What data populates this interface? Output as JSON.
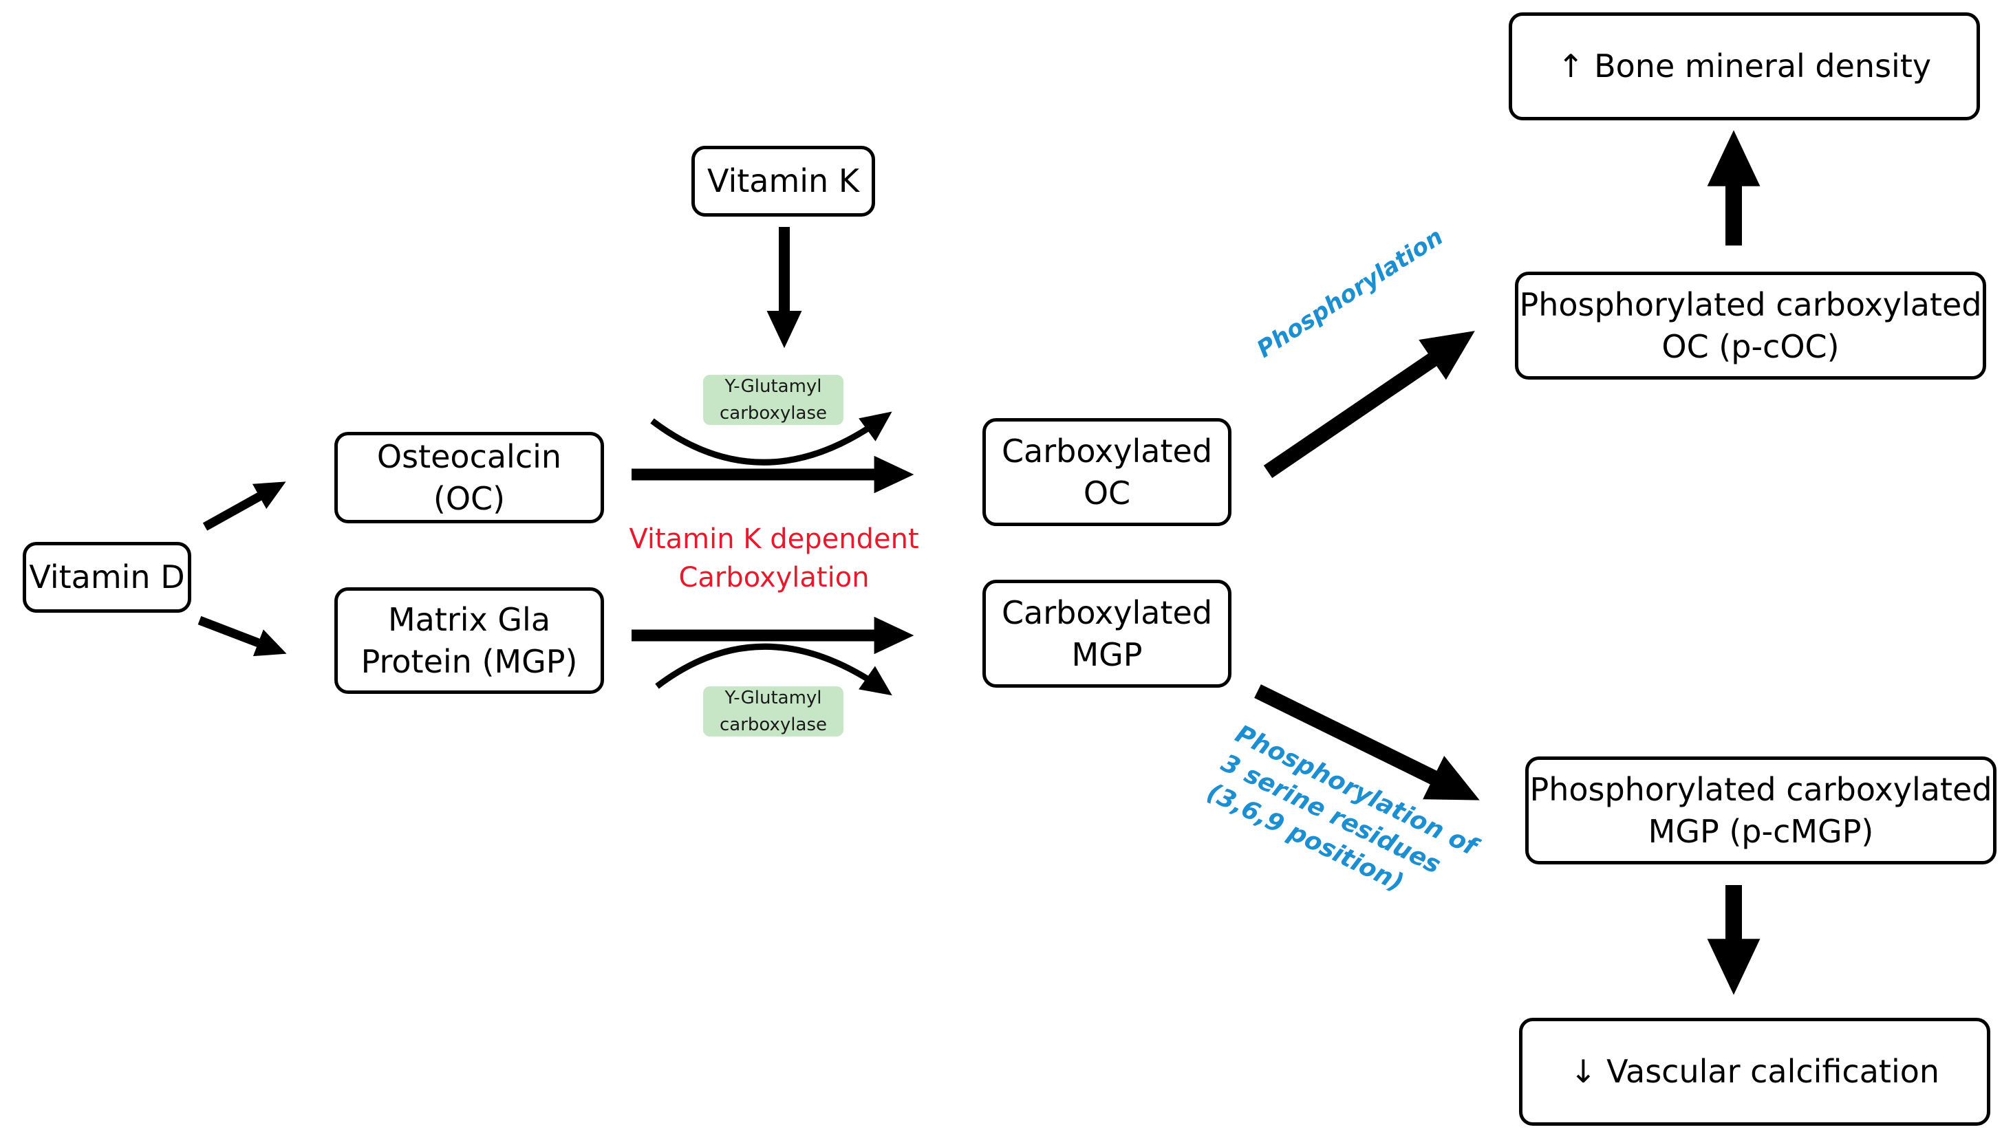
{
  "nodes": {
    "vitamin_d": "Vitamin D",
    "vitamin_k": "Vitamin K",
    "osteocalcin": "Osteocalcin (OC)",
    "mgp": [
      "Matrix Gla",
      "Protein (MGP)"
    ],
    "carboxylated_oc": [
      "Carboxylated",
      "OC"
    ],
    "carboxylated_mgp": [
      "Carboxylated",
      "MGP"
    ],
    "p_coc": [
      "Phosphorylated carboxylated",
      "OC (p-cOC)"
    ],
    "p_cmgp": [
      "Phosphorylated carboxylated",
      "MGP (p-cMGP)"
    ],
    "bone_density": "↑ Bone mineral density",
    "vascular": "↓ Vascular calcification"
  },
  "enzyme_label": [
    "Y-Glutamyl",
    "carboxylase"
  ],
  "process_label": [
    "Vitamin K dependent",
    "Carboxylation"
  ],
  "step_labels": {
    "phosphorylation": "Phosphorylation",
    "phosphorylation_serine": [
      "Phosphorylation of",
      "3 serine residues",
      "(3,6,9 position)"
    ]
  },
  "colors": {
    "process_text": "#e8192c",
    "step_text": "#1b8fd2",
    "enzyme_fill": "#c6e6c6",
    "arrow": "#000000"
  }
}
